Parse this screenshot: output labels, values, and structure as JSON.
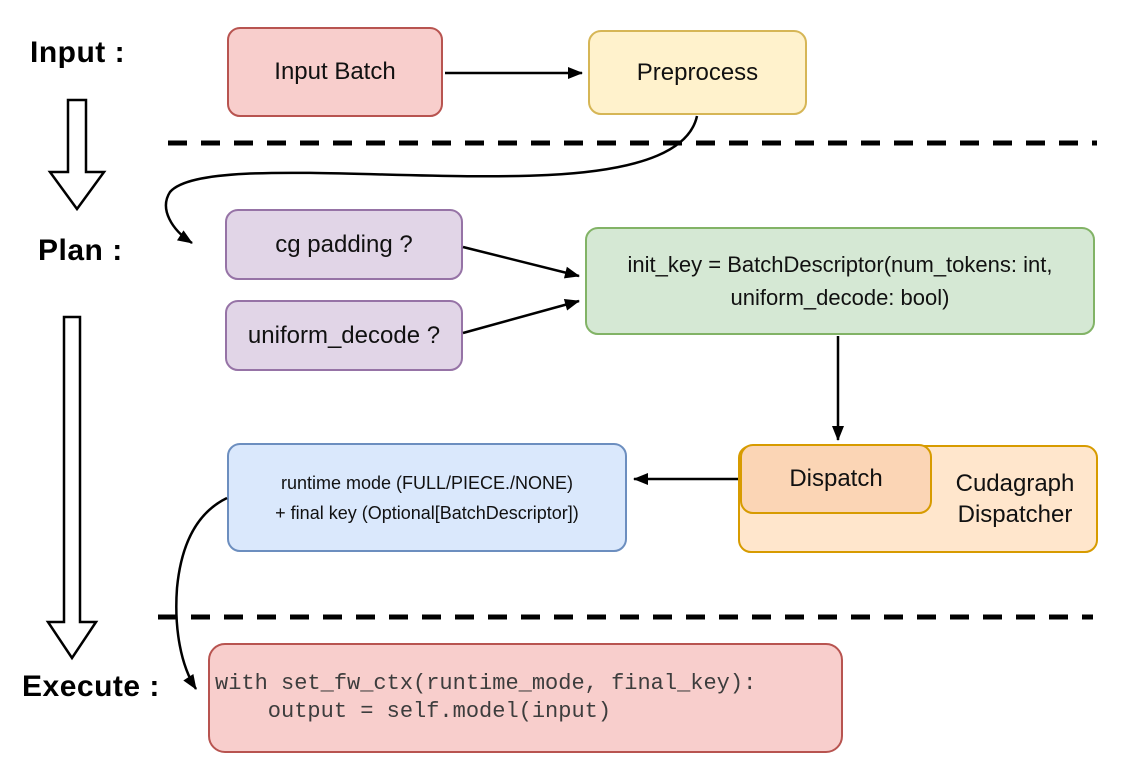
{
  "labels": {
    "input": "Input :",
    "plan": "Plan :",
    "execute": "Execute :"
  },
  "nodes": {
    "input_batch": {
      "label": "Input Batch",
      "fill": "#f8cecc",
      "stroke": "#b85450"
    },
    "preprocess": {
      "label": "Preprocess",
      "fill": "#fff2cc",
      "stroke": "#d6b656"
    },
    "cg_padding": {
      "label": "cg padding ?",
      "fill": "#e1d5e7",
      "stroke": "#9673a6"
    },
    "uniform_decode": {
      "label": "uniform_decode ?",
      "fill": "#e1d5e7",
      "stroke": "#9673a6"
    },
    "init_key": {
      "line1": "init_key = BatchDescriptor(num_tokens: int,",
      "line2": "uniform_decode: bool)",
      "fill": "#d5e8d4",
      "stroke": "#82b366"
    },
    "dispatch": {
      "label": "Dispatch",
      "fill": "#fbd5b5",
      "stroke": "#d79b00"
    },
    "cudagraph_dispatcher": {
      "line1": "Cudagraph",
      "line2": "Dispatcher",
      "fill": "#ffe6cc",
      "stroke": "#d79b00"
    },
    "runtime_mode": {
      "line1": "runtime mode (FULL/PIECE./NONE)",
      "line2": "+ final key (Optional[BatchDescriptor])",
      "fill": "#dae8fc",
      "stroke": "#6c8ebf"
    },
    "execute_code": {
      "line1": "with set_fw_ctx(runtime_mode, final_key):",
      "line2": "    output = self.model(input)",
      "fill": "#f8cecc",
      "stroke": "#b85450"
    }
  }
}
